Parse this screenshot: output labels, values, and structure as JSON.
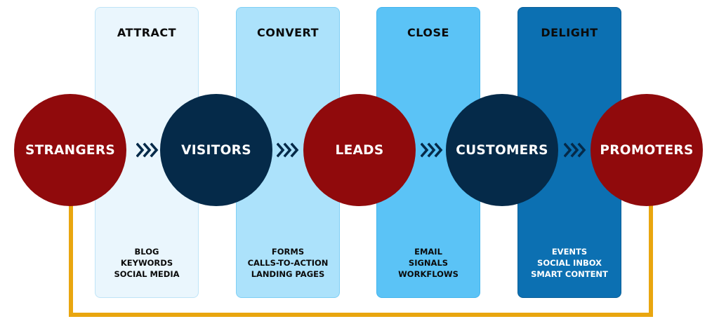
{
  "colors": {
    "attract_bg": "#EAF6FD",
    "attract_border": "#BFE4F7",
    "convert_bg": "#ACE2FB",
    "close_bg": "#5BC3F6",
    "delight_bg": "#0C70B2",
    "circle_red": "#900A0C",
    "circle_navy": "#052A49",
    "connector": "#E9A60F",
    "chevron": "#052A49"
  },
  "stages": [
    {
      "title": "ATTRACT",
      "tools": [
        "BLOG",
        "KEYWORDS",
        "SOCIAL MEDIA"
      ]
    },
    {
      "title": "CONVERT",
      "tools": [
        "FORMS",
        "CALLS-TO-ACTION",
        "LANDING PAGES"
      ]
    },
    {
      "title": "CLOSE",
      "tools": [
        "EMAIL",
        "SIGNALS",
        "WORKFLOWS"
      ]
    },
    {
      "title": "DELIGHT",
      "tools": [
        "EVENTS",
        "SOCIAL INBOX",
        "SMART CONTENT"
      ]
    }
  ],
  "nodes": [
    {
      "label": "STRANGERS"
    },
    {
      "label": "VISITORS"
    },
    {
      "label": "LEADS"
    },
    {
      "label": "CUSTOMERS"
    },
    {
      "label": "PROMOTERS"
    }
  ]
}
